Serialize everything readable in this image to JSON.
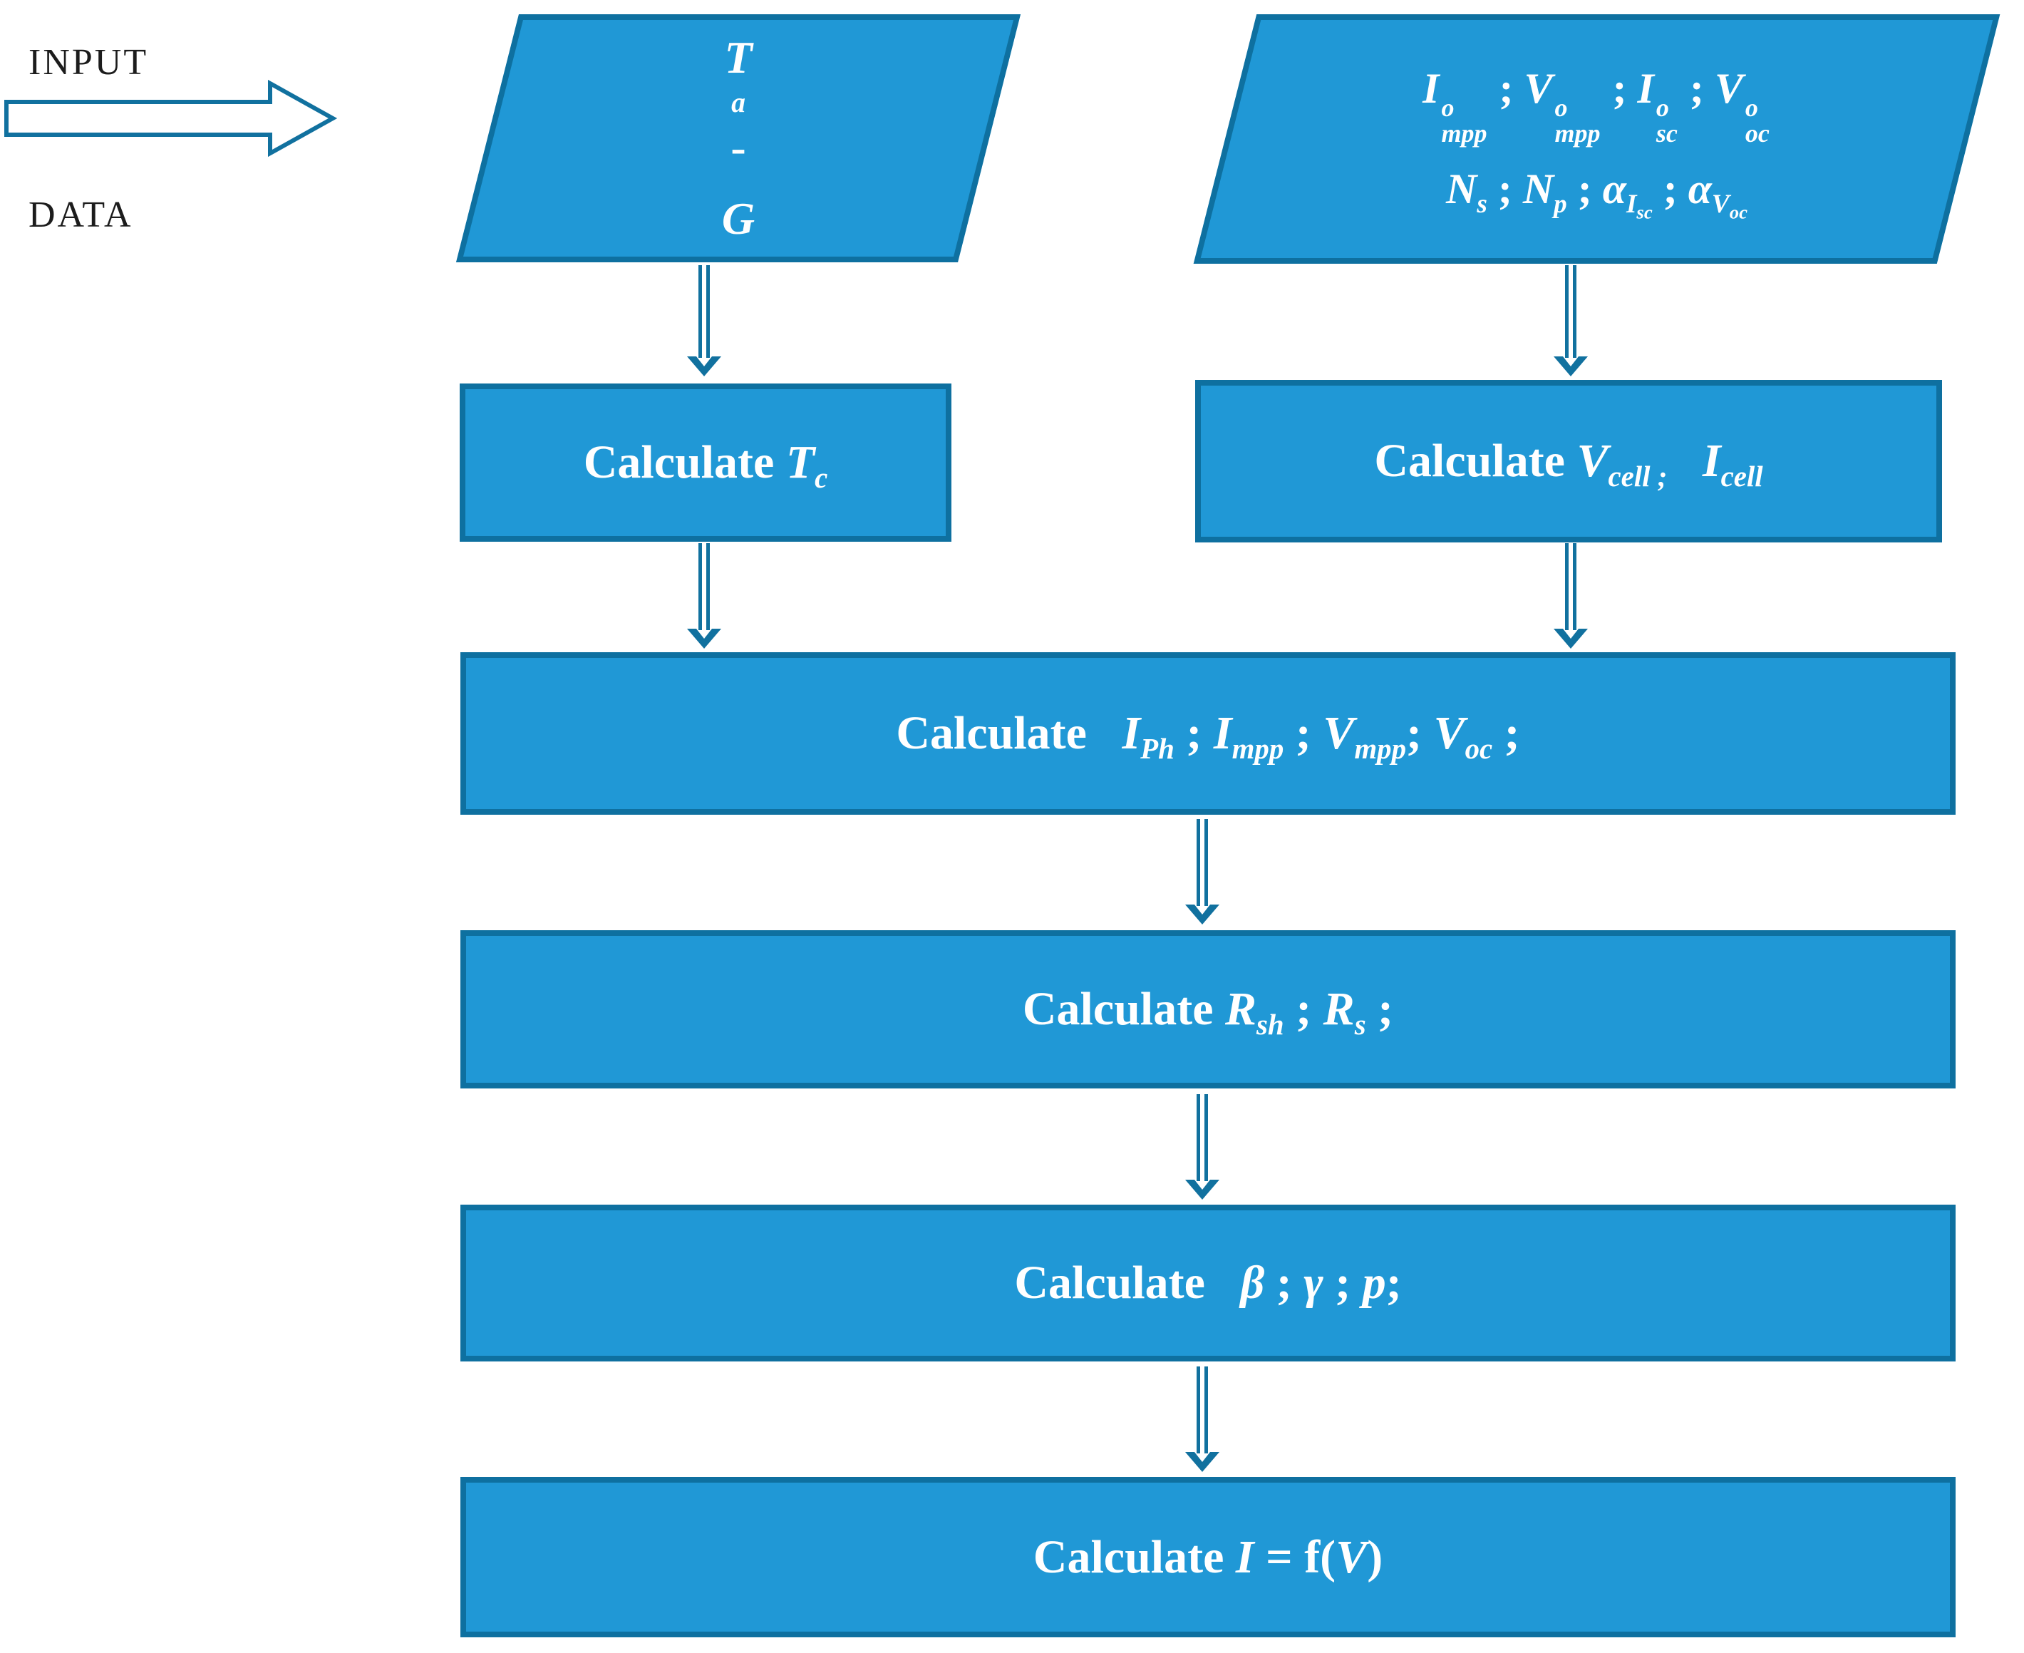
{
  "colors": {
    "shape_fill": "#2098d6",
    "shape_border": "#0e70a0",
    "arrow": "#11719f",
    "shape_text": "#ffffff",
    "label_text": "#1c1c1c",
    "background": "#ffffff"
  },
  "labels": {
    "input": "INPUT",
    "data": "DATA"
  },
  "nodes": {
    "ta_g": {
      "shape": "parallelogram",
      "segments": [
        {
          "t": "T",
          "s": "v"
        },
        {
          "t": "a",
          "s": "sb"
        },
        {
          "t": " - ",
          "s": "p"
        },
        {
          "t": "G",
          "s": "v"
        }
      ]
    },
    "module_params": {
      "shape": "parallelogram",
      "line1": [
        {
          "t": "I",
          "s": "v"
        },
        {
          "up": "o",
          "dn": "mpp",
          "s": "ss"
        },
        {
          "t": " ;  ",
          "s": "p"
        },
        {
          "t": "V",
          "s": "v"
        },
        {
          "up": "o",
          "dn": "mpp",
          "s": "ss"
        },
        {
          "t": " ;  ",
          "s": "p"
        },
        {
          "t": "I",
          "s": "v"
        },
        {
          "up": "o",
          "dn": "sc",
          "s": "ss"
        },
        {
          "t": " ;  ",
          "s": "p"
        },
        {
          "t": "V",
          "s": "v"
        },
        {
          "up": "o",
          "dn": "oc",
          "s": "ss"
        }
      ],
      "line2": [
        {
          "t": "N",
          "s": "v"
        },
        {
          "t": "s",
          "s": "sb"
        },
        {
          "t": " ; ",
          "s": "p"
        },
        {
          "t": "N",
          "s": "v"
        },
        {
          "t": "p",
          "s": "sb"
        },
        {
          "t": " ;  ",
          "s": "p"
        },
        {
          "t": "α",
          "s": "v"
        },
        {
          "t": "I",
          "inner": "sc",
          "s": "sbn"
        },
        {
          "t": "  ;  ",
          "s": "p"
        },
        {
          "t": "α",
          "s": "v"
        },
        {
          "t": "V",
          "inner": "oc",
          "s": "sbn"
        }
      ]
    },
    "calc_tc": {
      "shape": "process",
      "segments": [
        {
          "t": "Calculate ",
          "s": "p"
        },
        {
          "t": "T",
          "s": "v"
        },
        {
          "t": "c",
          "s": "sb"
        }
      ]
    },
    "calc_vcell_icell": {
      "shape": "process",
      "segments": [
        {
          "t": "Calculate ",
          "s": "p"
        },
        {
          "t": "V",
          "s": "v"
        },
        {
          "t": "cell ;",
          "s": "sb"
        },
        {
          "t": "   ",
          "s": "p"
        },
        {
          "t": "I",
          "s": "v"
        },
        {
          "t": "cell",
          "s": "sb"
        }
      ]
    },
    "calc_iph_impp_vmpp_voc": {
      "shape": "process",
      "segments": [
        {
          "t": "Calculate   ",
          "s": "p"
        },
        {
          "t": "I",
          "s": "v"
        },
        {
          "t": "Ph",
          "s": "sb"
        },
        {
          "t": " ; ",
          "s": "p"
        },
        {
          "t": "I",
          "s": "v"
        },
        {
          "t": "mpp",
          "s": "sb"
        },
        {
          "t": " ; ",
          "s": "p"
        },
        {
          "t": "V",
          "s": "v"
        },
        {
          "t": "mpp",
          "s": "sb"
        },
        {
          "t": "; ",
          "s": "p"
        },
        {
          "t": "V",
          "s": "v"
        },
        {
          "t": "oc",
          "s": "sb"
        },
        {
          "t": " ;",
          "s": "p"
        }
      ]
    },
    "calc_rsh_rs": {
      "shape": "process",
      "segments": [
        {
          "t": "Calculate ",
          "s": "p"
        },
        {
          "t": "R",
          "s": "v"
        },
        {
          "t": "sh",
          "s": "sb"
        },
        {
          "t": " ; ",
          "s": "p"
        },
        {
          "t": "R",
          "s": "v"
        },
        {
          "t": "s",
          "s": "sb"
        },
        {
          "t": " ;",
          "s": "p"
        }
      ]
    },
    "calc_beta_gamma_p": {
      "shape": "process",
      "segments": [
        {
          "t": "Calculate   ",
          "s": "p"
        },
        {
          "t": "β",
          "s": "v"
        },
        {
          "t": " ; ",
          "s": "p"
        },
        {
          "t": "γ",
          "s": "v"
        },
        {
          "t": " ; ",
          "s": "p"
        },
        {
          "t": "p",
          "s": "v"
        },
        {
          "t": ";",
          "s": "p"
        }
      ]
    },
    "calc_i_fv": {
      "shape": "process",
      "segments": [
        {
          "t": "Calculate ",
          "s": "p"
        },
        {
          "t": "I",
          "s": "v"
        },
        {
          "t": " = f(",
          "s": "p"
        },
        {
          "t": "V",
          "s": "v"
        },
        {
          "t": ")",
          "s": "p"
        }
      ]
    }
  }
}
